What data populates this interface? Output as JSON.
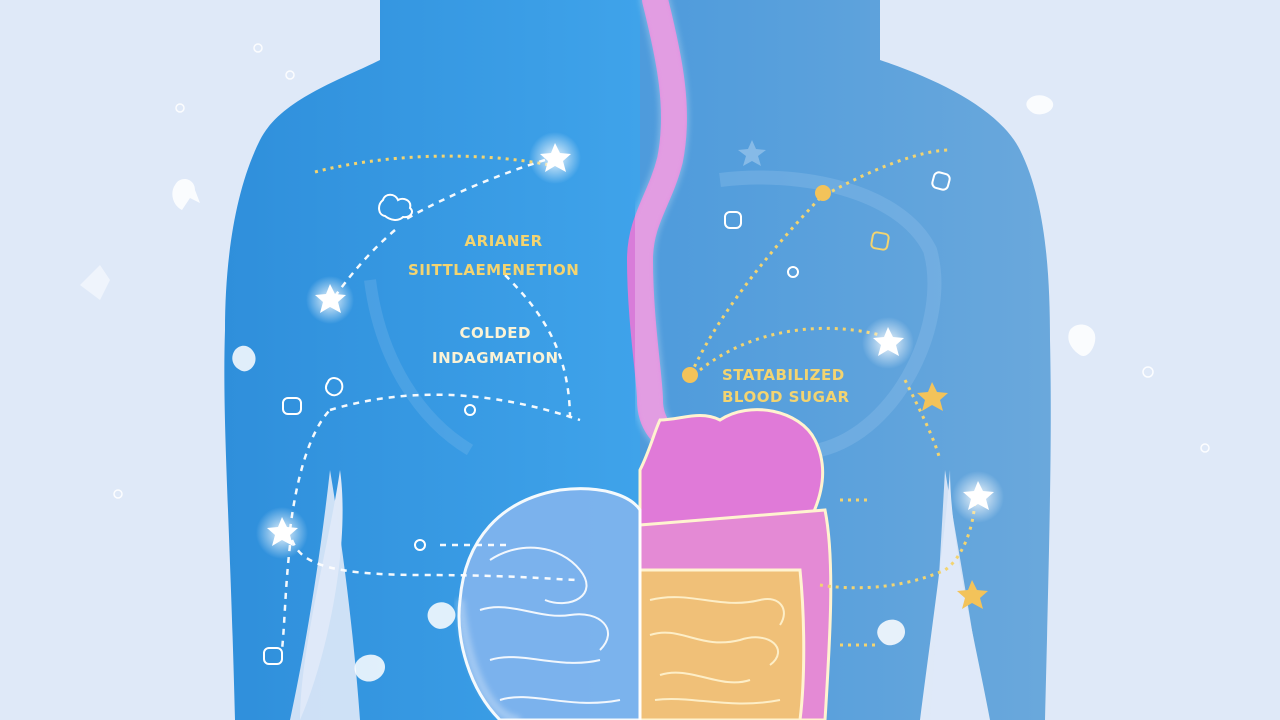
{
  "illustration": {
    "subject": "human torso with digestive tract",
    "colors": {
      "background": "#dfe9f8",
      "body_left": "#3a9be0",
      "body_right": "#5a9fd8",
      "esophagus": "#e07ad8",
      "stomach": "#e07ad8",
      "intestine_left": "#7fb4ee",
      "intestine_right": "#f0c078",
      "accent_yellow": "#f3d470",
      "outline_white": "#ffffff"
    }
  },
  "labels": {
    "top_left": {
      "line1": "ARIANER",
      "line2": "SIITTLAEMENETION"
    },
    "mid_left": {
      "line1": "COLDED",
      "line2": "INDAGMATION"
    },
    "right": {
      "line1": "STATABILIZED",
      "line2": "BLOOD SUGAR"
    }
  },
  "decorations": {
    "stars_white": 6,
    "stars_yellow": 2,
    "nodes_yellow": 2
  }
}
